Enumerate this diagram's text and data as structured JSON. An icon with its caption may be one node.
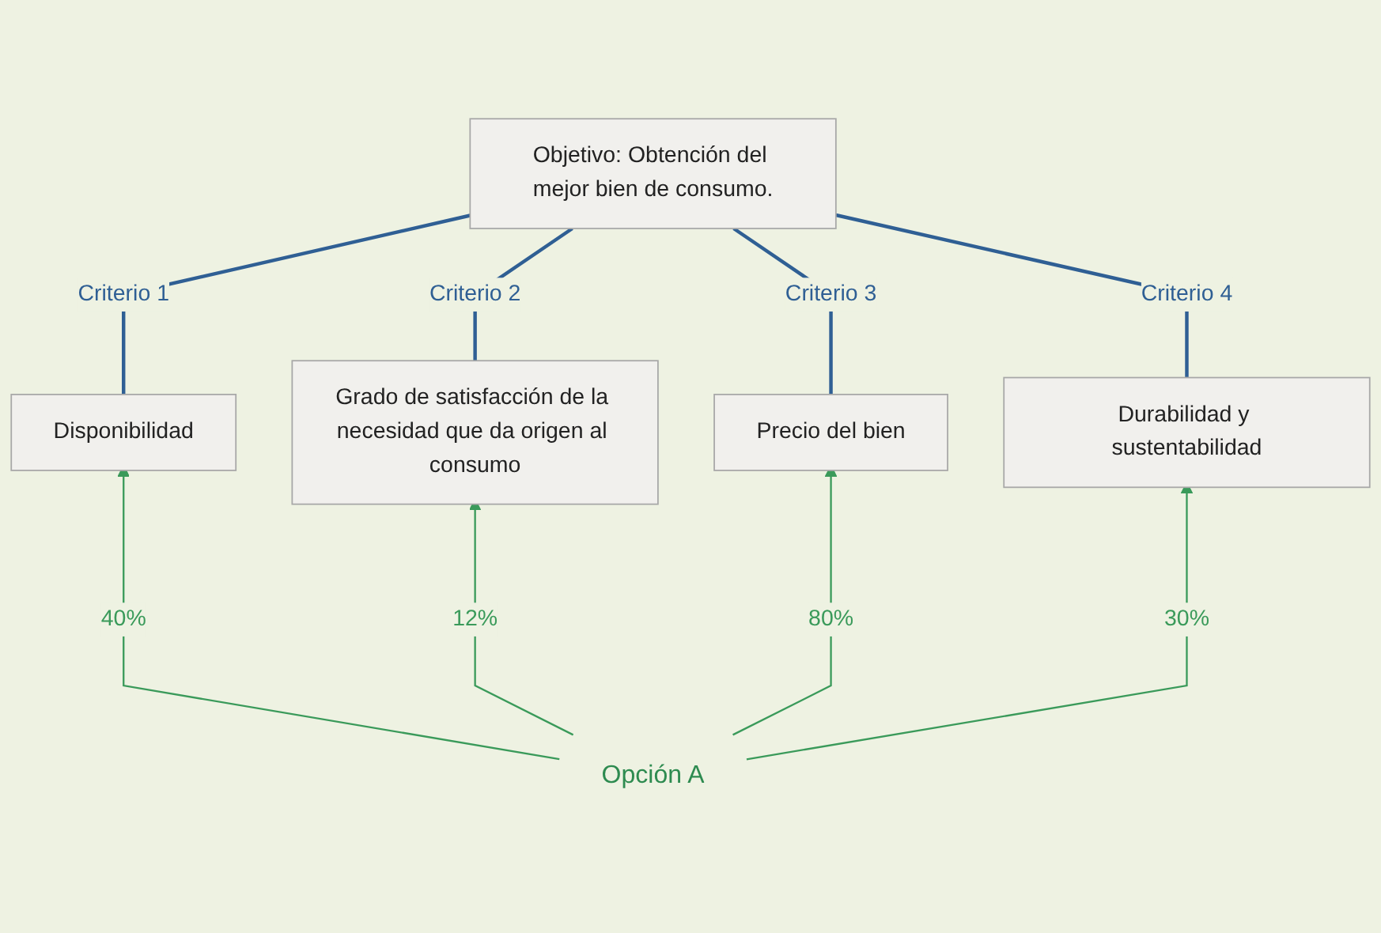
{
  "diagram": {
    "nodes": [
      {
        "text": [
          "Objetivo: Obtención del mejor bien de consumo."
        ]
      },
      {
        "text": [
          "Disponibilidad"
        ]
      },
      {
        "text": [
          "Grado de satisfacción de la necesidad que da origen al consumo"
        ]
      },
      {
        "text": [
          "Precio del bien"
        ]
      },
      {
        "text": [
          "Durabilidad y sustentabilidad"
        ]
      },
      {
        "text": [
          "Opción A"
        ]
      }
    ],
    "edges": [
      {
        "from": 0,
        "to": 1,
        "arrow": "none",
        "label": "Criterio 1"
      },
      {
        "from": 0,
        "to": 2,
        "arrow": "none",
        "label": "Criterio 2"
      },
      {
        "from": 0,
        "to": 3,
        "arrow": "none",
        "label": "Criterio 3"
      },
      {
        "from": 0,
        "to": 4,
        "arrow": "none",
        "label": "Criterio 4"
      },
      {
        "from": 5,
        "to": 1,
        "arrow": "to",
        "label": "40%",
        "color": "#3a9a5a"
      },
      {
        "from": 5,
        "to": 2,
        "arrow": "to",
        "label": "12%",
        "color": "#3a9a5a"
      },
      {
        "from": 5,
        "to": 3,
        "arrow": "to",
        "label": "80%",
        "color": "#3a9a5a"
      },
      {
        "from": 5,
        "to": 4,
        "arrow": "to",
        "label": "30%",
        "color": "#3a9a5a"
      }
    ]
  }
}
